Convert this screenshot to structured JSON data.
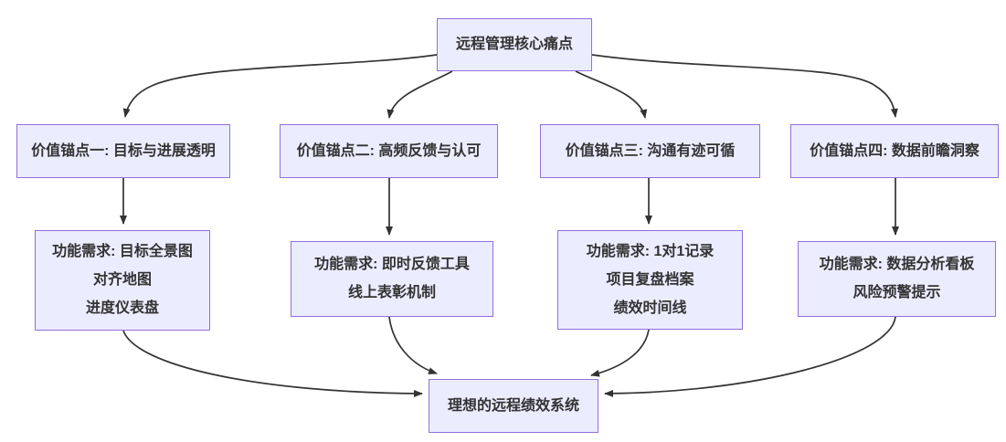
{
  "diagram": {
    "type": "flowchart",
    "direction": "top-down",
    "colors": {
      "node_fill": "#ECECFF",
      "node_border": "#9370DB",
      "text": "#333333",
      "arrow": "#333333",
      "background": "#ffffff"
    },
    "nodes": {
      "root": {
        "label": "远程管理核心痛点"
      },
      "anchor1": {
        "label": "价值锚点一: 目标与进展透明"
      },
      "anchor2": {
        "label": "价值锚点二: 高频反馈与认可"
      },
      "anchor3": {
        "label": "价值锚点三: 沟通有迹可循"
      },
      "anchor4": {
        "label": "价值锚点四: 数据前瞻洞察"
      },
      "feature1": {
        "lines": [
          "功能需求: 目标全景图",
          "对齐地图",
          "进度仪表盘"
        ]
      },
      "feature2": {
        "lines": [
          "功能需求: 即时反馈工具",
          "线上表彰机制"
        ]
      },
      "feature3": {
        "lines": [
          "功能需求: 1对1记录",
          "项目复盘档案",
          "绩效时间线"
        ]
      },
      "feature4": {
        "lines": [
          "功能需求: 数据分析看板",
          "风险预警提示"
        ]
      },
      "sink": {
        "label": "理想的远程绩效系统"
      }
    },
    "edges": [
      {
        "from": "root",
        "to": "anchor1"
      },
      {
        "from": "root",
        "to": "anchor2"
      },
      {
        "from": "root",
        "to": "anchor3"
      },
      {
        "from": "root",
        "to": "anchor4"
      },
      {
        "from": "anchor1",
        "to": "feature1"
      },
      {
        "from": "anchor2",
        "to": "feature2"
      },
      {
        "from": "anchor3",
        "to": "feature3"
      },
      {
        "from": "anchor4",
        "to": "feature4"
      },
      {
        "from": "feature1",
        "to": "sink"
      },
      {
        "from": "feature2",
        "to": "sink"
      },
      {
        "from": "feature3",
        "to": "sink"
      },
      {
        "from": "feature4",
        "to": "sink"
      }
    ]
  }
}
